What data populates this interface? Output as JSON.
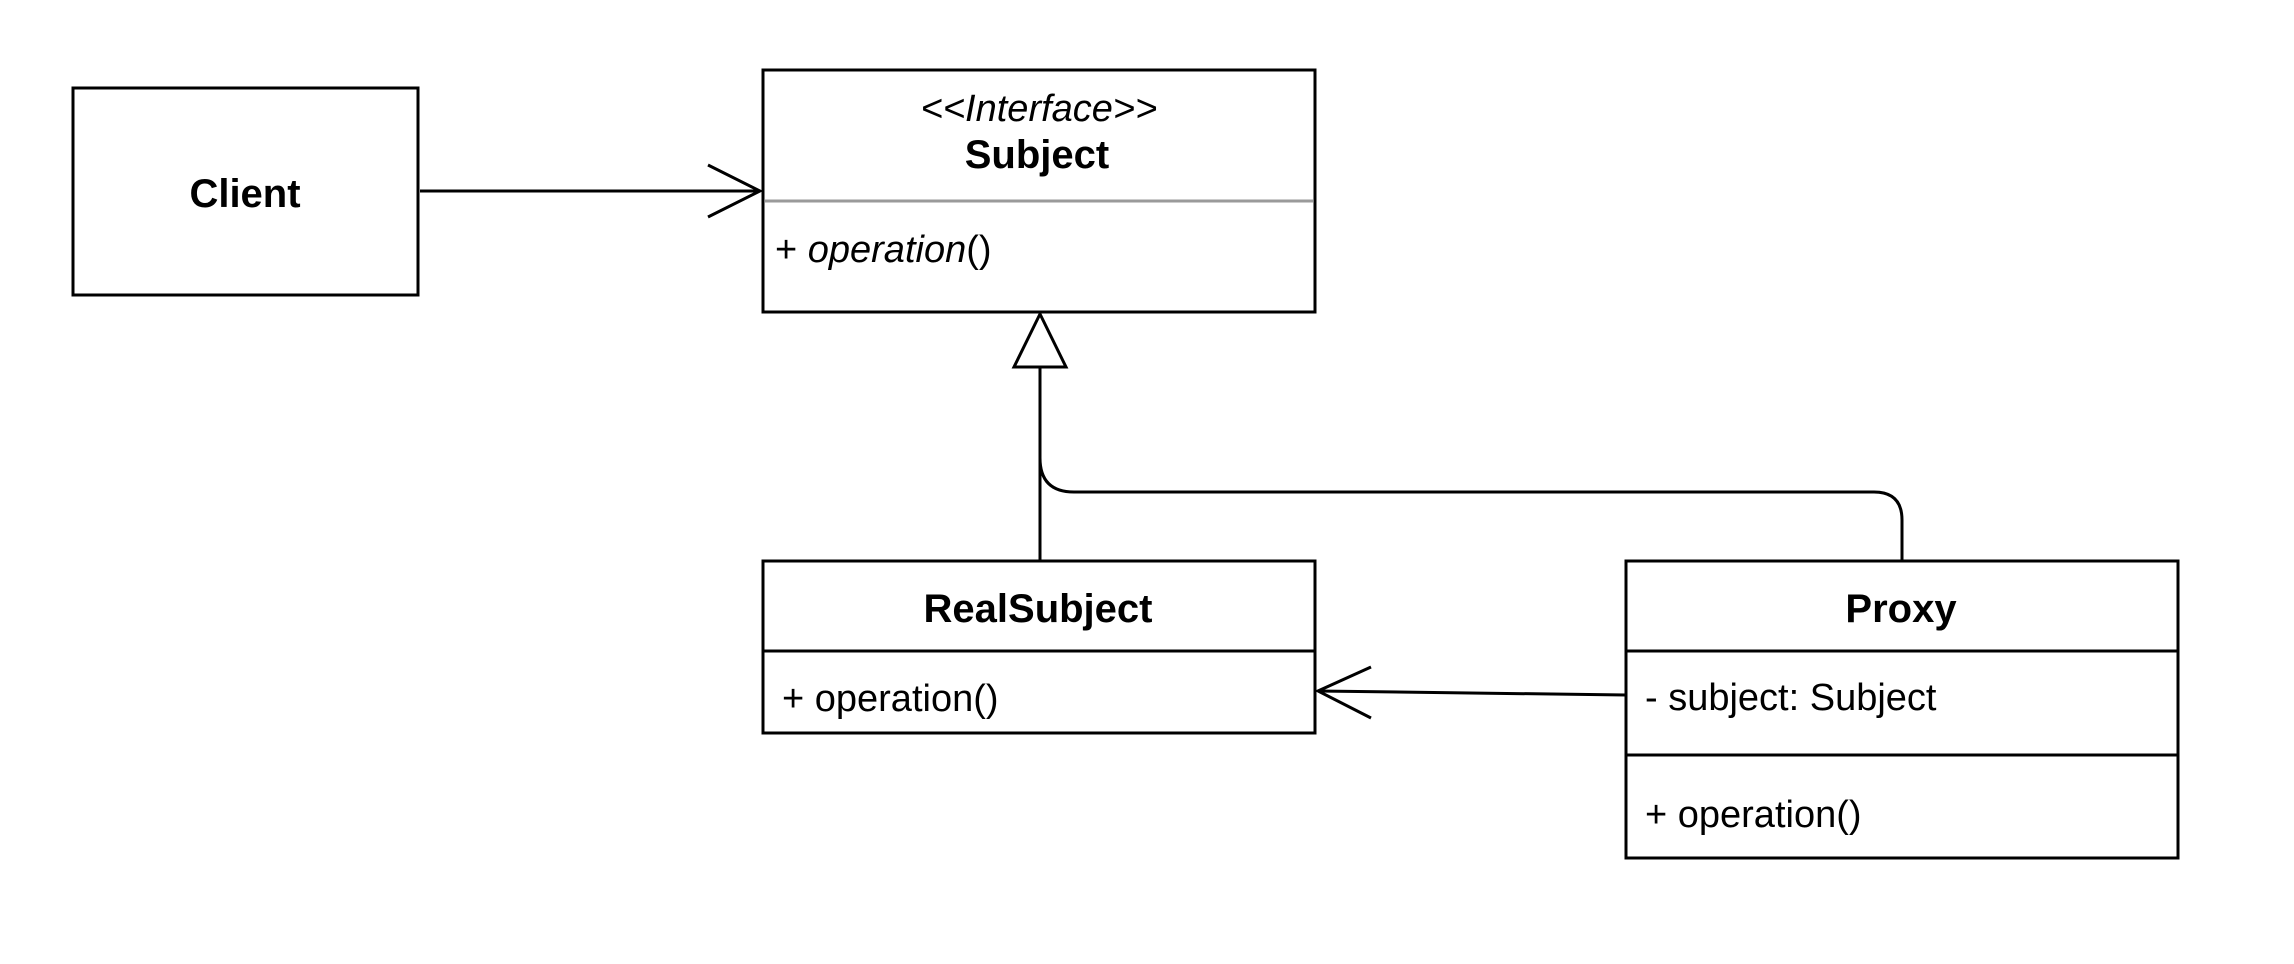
{
  "classes": {
    "client": {
      "name": "Client"
    },
    "subject": {
      "stereotype": "<<Interface>>",
      "name": "Subject",
      "operation_prefix": "+ ",
      "operation_name": "operation",
      "operation_suffix": "()"
    },
    "real_subject": {
      "name": "RealSubject",
      "operation": "+ operation()"
    },
    "proxy": {
      "name": "Proxy",
      "attribute": "- subject: Subject",
      "operation": "+ operation()"
    }
  },
  "relations": [
    {
      "from": "Client",
      "to": "Subject",
      "kind": "association"
    },
    {
      "from": "RealSubject",
      "to": "Subject",
      "kind": "realization"
    },
    {
      "from": "Proxy",
      "to": "Subject",
      "kind": "realization"
    },
    {
      "from": "Proxy",
      "to": "RealSubject",
      "kind": "association"
    }
  ],
  "colors": {
    "line": "#000000",
    "interface_divider": "#9a9a9a",
    "background": "#ffffff"
  }
}
